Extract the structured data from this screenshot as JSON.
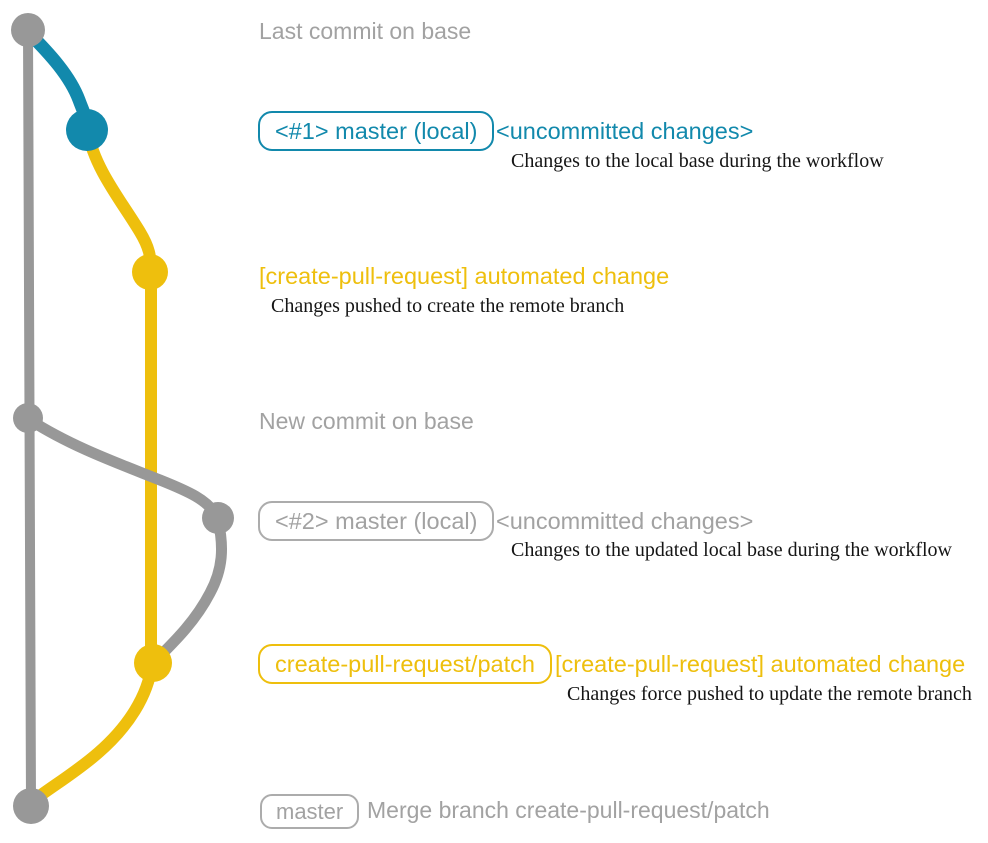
{
  "colors": {
    "teal": "#1289ac",
    "yellow": "#eebf0d",
    "gray-line": "#989898",
    "gray-text": "#a2a2a2",
    "badge-gray": "#acacac",
    "dark": "#151515"
  },
  "graph": {
    "base_branch": "base",
    "dots": [
      "last-commit-on-base",
      "local-commit-1",
      "patch-commit-1",
      "new-commit-on-base",
      "local-commit-2",
      "patch-commit-2",
      "merge-commit"
    ]
  },
  "rows": {
    "last_commit": {
      "label": "Last commit on base"
    },
    "commit1": {
      "badge": "<#1> master (local)",
      "title": "<uncommitted changes>",
      "subtitle": "Changes to the local base during the workflow"
    },
    "push1": {
      "title": "[create-pull-request] automated change",
      "subtitle": "Changes pushed to create the remote branch"
    },
    "new_commit": {
      "label": "New commit on base"
    },
    "commit2": {
      "badge": "<#2> master (local)",
      "title": "<uncommitted changes>",
      "subtitle": "Changes to the updated local base during the workflow"
    },
    "push2": {
      "badge": "create-pull-request/patch",
      "title": "[create-pull-request] automated change",
      "subtitle": "Changes force pushed to update the remote branch"
    },
    "merge": {
      "badge": "master",
      "label": "Merge branch create-pull-request/patch"
    }
  }
}
